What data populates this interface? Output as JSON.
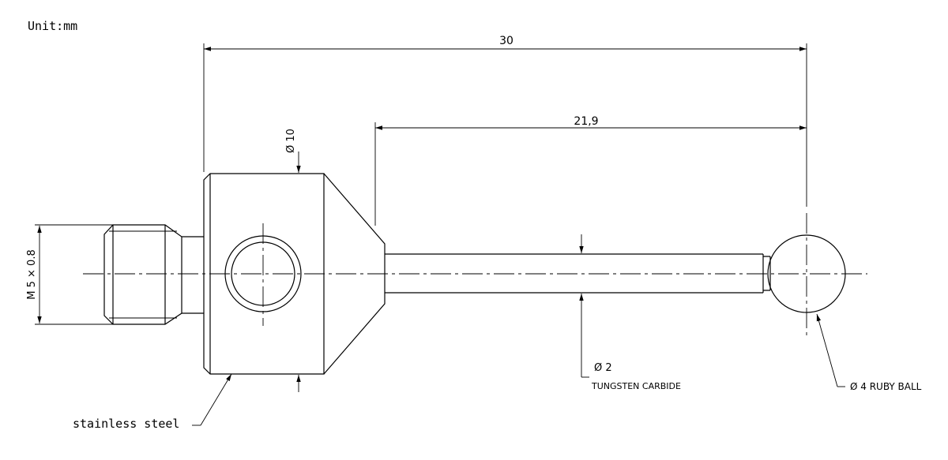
{
  "unit_label": "Unit:mm",
  "dimensions": {
    "overall_length": "30",
    "stem_length": "21,9",
    "body_diameter": "Ø 10",
    "thread": "M 5 × 0.8",
    "stem_diameter": "Ø 2",
    "ball_diameter": "Ø 4 RUBY BALL"
  },
  "materials": {
    "stem": "TUNGSTEN CARBIDE",
    "body": "stainless steel"
  },
  "colors": {
    "line": "#000000",
    "background": "#ffffff"
  }
}
